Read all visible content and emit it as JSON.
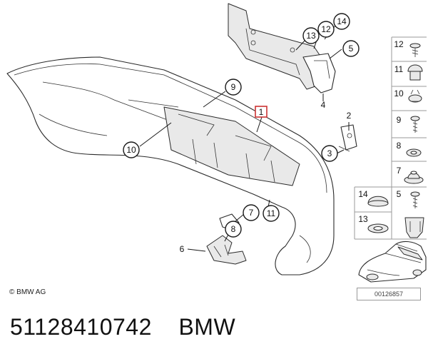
{
  "diagram": {
    "callouts": [
      {
        "label": "1",
        "boxed": true
      },
      {
        "label": "2"
      },
      {
        "label": "3"
      },
      {
        "label": "4"
      },
      {
        "label": "5"
      },
      {
        "label": "6"
      },
      {
        "label": "7"
      },
      {
        "label": "8"
      },
      {
        "label": "9"
      },
      {
        "label": "10"
      },
      {
        "label": "11"
      },
      {
        "label": "12"
      },
      {
        "label": "13"
      },
      {
        "label": "14"
      }
    ],
    "legend": [
      "12",
      "11",
      "10",
      "9",
      "8",
      "7",
      "5",
      "14",
      "13"
    ]
  },
  "footer": {
    "copyright": "© BMW AG",
    "doc_number": "00126857",
    "part_number_caption": "51128410742    BMW"
  },
  "colors": {
    "line": "#1a1a1a",
    "shade": "#e9e9e9",
    "background": "#ffffff"
  }
}
